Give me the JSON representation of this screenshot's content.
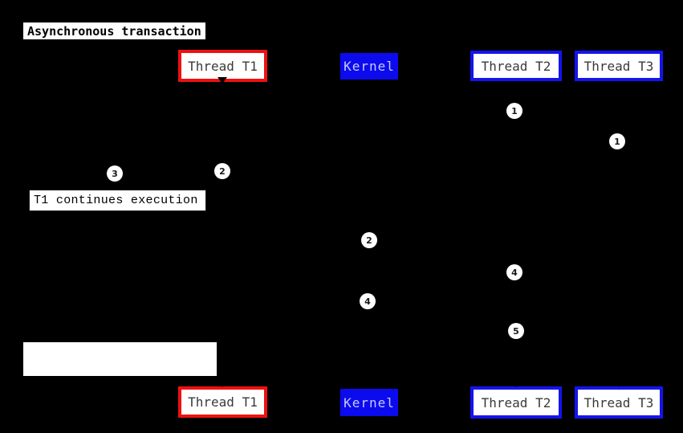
{
  "diagram": {
    "title": "Asynchronous transaction"
  },
  "actors": {
    "t1": "Thread T1",
    "kernel": "Kernel",
    "t2": "Thread T2",
    "t3": "Thread T3"
  },
  "markers": [
    "1",
    "1",
    "2",
    "3",
    "2",
    "4",
    "4",
    "5"
  ],
  "notes": {
    "t1_continues": "T1 continues execution",
    "blank": ""
  },
  "colors": {
    "background": "#000000",
    "t1_border": "#ee1111",
    "thread_border": "#1414ee",
    "kernel_fill": "#0b0bee",
    "kernel_text": "#c8c8ff",
    "actor_text": "#3a3a3a",
    "note_fill": "#ffffff",
    "marker_fill": "#ffffff",
    "marker_text": "#1a1a1a"
  }
}
